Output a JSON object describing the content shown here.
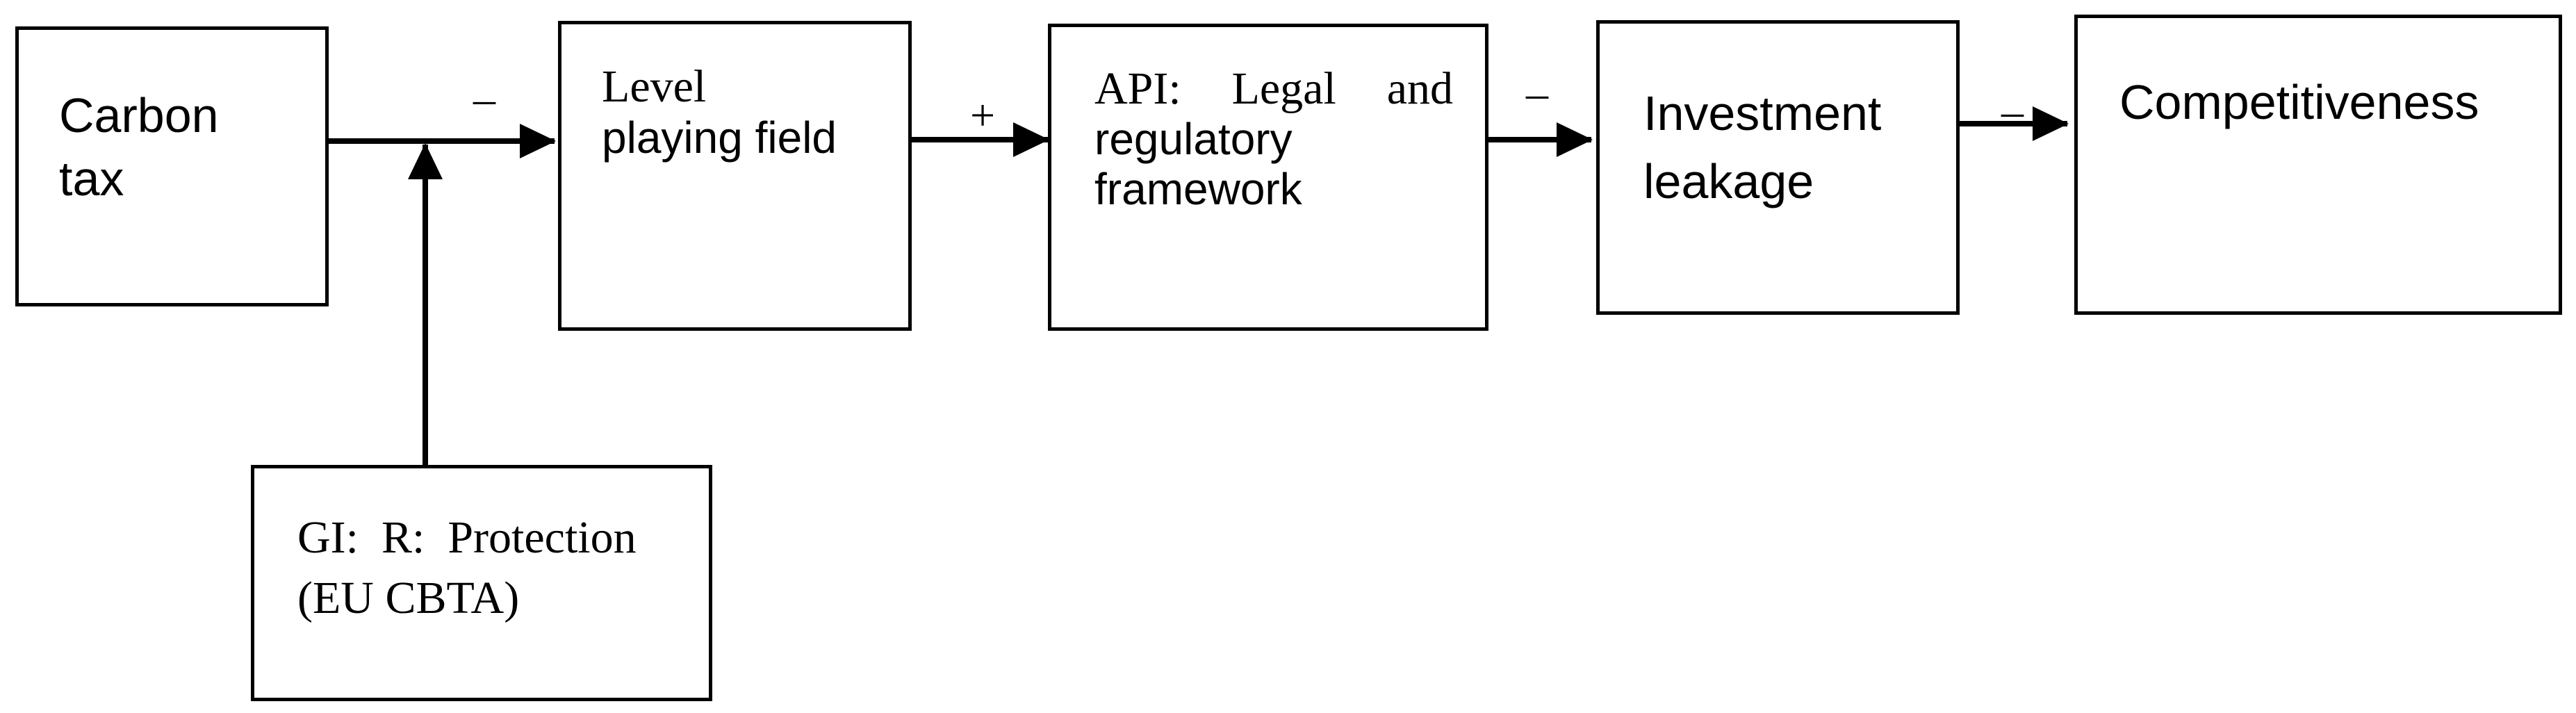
{
  "boxes": {
    "carbon_tax": {
      "line1": "Carbon",
      "line2": "tax"
    },
    "level_playing_field": {
      "line1": "Level",
      "line2": "playing field"
    },
    "api_framework": {
      "line1_a": "API:",
      "line1_b": "Legal",
      "line1_c": "and",
      "line2": "regulatory",
      "line3": "framework"
    },
    "investment_leakage": {
      "line1": "Investment",
      "line2": "leakage"
    },
    "competitiveness": {
      "line1": "Competitiveness"
    },
    "gi_protection": {
      "line1": "GI:  R:  Protection",
      "line2": "(EU CBTA)"
    }
  },
  "signs": {
    "carbon_to_level": "–",
    "level_to_api": "+",
    "api_to_leakage": "–",
    "leakage_to_competitiveness": "–"
  }
}
